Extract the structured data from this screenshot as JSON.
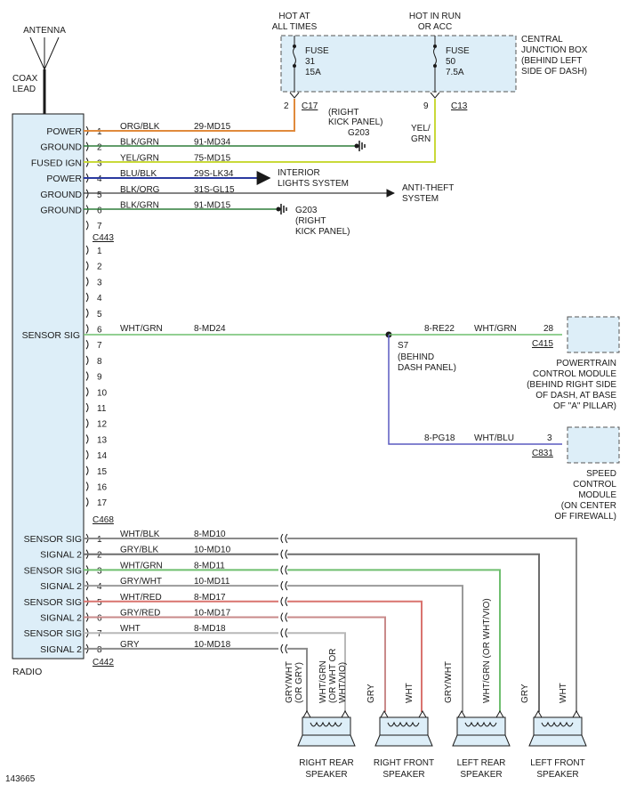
{
  "antenna": {
    "label": "ANTENNA",
    "coax_line1": "COAX",
    "coax_line2": "LEAD"
  },
  "radio": {
    "label": "RADIO"
  },
  "figure_id": "143665",
  "power_labels": {
    "hot_at": [
      "HOT AT",
      "ALL TIMES"
    ],
    "hot_run": [
      "HOT IN RUN",
      "OR ACC"
    ]
  },
  "cjb": {
    "label": [
      "CENTRAL",
      "JUNCTION BOX",
      "(BEHIND LEFT",
      "SIDE OF DASH)"
    ],
    "fuse31": [
      "FUSE",
      "31",
      "15A"
    ],
    "fuse50": [
      "FUSE",
      "50",
      "7.5A"
    ],
    "pin2": "2",
    "c17": "C17",
    "pin9": "9",
    "c13": "C13"
  },
  "c443": {
    "connector": "C443",
    "rows": [
      {
        "func": "POWER",
        "pin": "1",
        "color": "ORG/BLK",
        "circuit": "29-MD15",
        "wire": "#e08a3c"
      },
      {
        "func": "GROUND",
        "pin": "2",
        "color": "BLK/GRN",
        "circuit": "91-MD34",
        "wire": "#2f7d3a"
      },
      {
        "func": "FUSED IGN",
        "pin": "3",
        "color": "YEL/GRN",
        "circuit": "75-MD15",
        "wire": "#c9d93a"
      },
      {
        "func": "POWER",
        "pin": "4",
        "color": "BLU/BLK",
        "circuit": "29S-LK34",
        "wire": "#2a3aa0"
      },
      {
        "func": "GROUND",
        "pin": "5",
        "color": "BLK/ORG",
        "circuit": "31S-GL15",
        "wire": "#3a3a3a"
      },
      {
        "func": "GROUND",
        "pin": "6",
        "color": "BLK/GRN",
        "circuit": "91-MD15",
        "wire": "#2f7d3a"
      },
      {
        "func": "",
        "pin": "7",
        "color": "",
        "circuit": "",
        "wire": ""
      }
    ]
  },
  "c443_notes": {
    "kick_top": [
      "(RIGHT",
      "KICK PANEL)"
    ],
    "g203_top": "G203",
    "yelgrn": [
      "YEL/",
      "GRN"
    ],
    "interior": [
      "INTERIOR",
      "LIGHTS SYSTEM"
    ],
    "antitheft": [
      "ANTI-THEFT",
      "SYSTEM"
    ],
    "g203_bot": "G203",
    "kick_bot": [
      "(RIGHT",
      "KICK PANEL)"
    ]
  },
  "c468": {
    "connector": "C468",
    "pins": [
      "1",
      "2",
      "3",
      "4",
      "5",
      "6",
      "7",
      "8",
      "9",
      "10",
      "11",
      "12",
      "13",
      "14",
      "15",
      "16",
      "17"
    ],
    "sensor_label": "SENSOR SIG",
    "wire_color": "WHT/GRN",
    "wire_circuit": "8-MD24"
  },
  "splice": {
    "name": "S7",
    "loc": [
      "(BEHIND",
      "DASH PANEL)"
    ],
    "upper": {
      "circuit": "8-RE22",
      "color": "WHT/GRN",
      "pin": "28",
      "connector": "C415"
    },
    "lower": {
      "circuit": "8-PG18",
      "color": "WHT/BLU",
      "pin": "3",
      "connector": "C831"
    }
  },
  "pcm": {
    "label": [
      "POWERTRAIN",
      "CONTROL MODULE",
      "(BEHIND RIGHT SIDE",
      "OF DASH, AT BASE",
      "OF \"A\" PILLAR)"
    ]
  },
  "scm": {
    "label": [
      "SPEED",
      "CONTROL",
      "MODULE",
      "(ON CENTER",
      "OF FIREWALL)"
    ]
  },
  "c442": {
    "connector": "C442",
    "rows": [
      {
        "func": "SENSOR SIG",
        "pin": "1",
        "color": "WHT/BLK",
        "circuit": "8-MD10",
        "wire": "#8a8a8a"
      },
      {
        "func": "SIGNAL 2",
        "pin": "2",
        "color": "GRY/BLK",
        "circuit": "10-MD10",
        "wire": "#6d6d6d"
      },
      {
        "func": "SENSOR SIG",
        "pin": "3",
        "color": "WHT/GRN",
        "circuit": "8-MD11",
        "wire": "#6fbf6f"
      },
      {
        "func": "SIGNAL 2",
        "pin": "4",
        "color": "GRY/WHT",
        "circuit": "10-MD11",
        "wire": "#9a9a9a"
      },
      {
        "func": "SENSOR SIG",
        "pin": "5",
        "color": "WHT/RED",
        "circuit": "8-MD17",
        "wire": "#d9736f"
      },
      {
        "func": "SIGNAL 2",
        "pin": "6",
        "color": "GRY/RED",
        "circuit": "10-MD17",
        "wire": "#c98a8a"
      },
      {
        "func": "SENSOR SIG",
        "pin": "7",
        "color": "WHT",
        "circuit": "8-MD18",
        "wire": "#b8b8b8"
      },
      {
        "func": "SIGNAL 2",
        "pin": "8",
        "color": "GRY",
        "circuit": "10-MD18",
        "wire": "#8a8a8a"
      }
    ]
  },
  "speakers": [
    {
      "name": [
        "RIGHT REAR",
        "SPEAKER"
      ],
      "left_wire": [
        "GRY/WHT",
        "(OR GRY)"
      ],
      "right_wire": [
        "WHT/GRN",
        "(OR WHT OR",
        "WHT/VIO)"
      ]
    },
    {
      "name": [
        "RIGHT FRONT",
        "SPEAKER"
      ],
      "left_wire": [
        "GRY"
      ],
      "right_wire": [
        "WHT"
      ]
    },
    {
      "name": [
        "LEFT REAR",
        "SPEAKER"
      ],
      "left_wire": [
        "GRY/WHT"
      ],
      "right_wire": [
        "WHT/GRN (OR WHT/VIO)"
      ]
    },
    {
      "name": [
        "LEFT FRONT",
        "SPEAKER"
      ],
      "left_wire": [
        "GRY"
      ],
      "right_wire": [
        "WHT"
      ]
    }
  ]
}
